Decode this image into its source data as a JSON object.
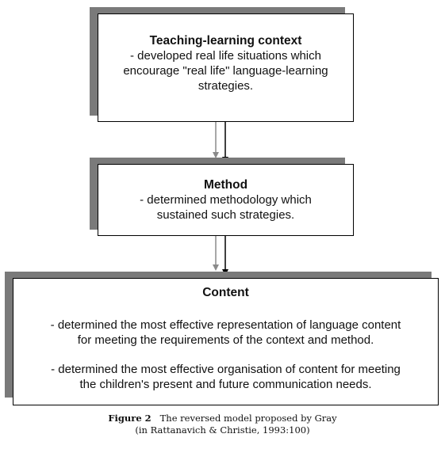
{
  "boxes": {
    "context": {
      "title": "Teaching-learning context",
      "lines": [
        "-  developed real life situations which",
        "encourage \"real life\" language-learning",
        "strategies."
      ]
    },
    "method": {
      "title": "Method",
      "lines": [
        "- determined methodology which",
        "sustained such strategies."
      ]
    },
    "content": {
      "title": "Content",
      "paragraph1": [
        "- determined the most effective representation of language content",
        "for  meeting the requirements of the context and method."
      ],
      "paragraph2": [
        "- determined the most effective organisation of content for meeting",
        "the children's present and future communication needs."
      ]
    }
  },
  "caption": {
    "figure_label": "Figure 2",
    "title": "The reversed model proposed by Gray",
    "source": "(in Rattanavich & Christie, 1993:100)"
  },
  "colors": {
    "shadow": "#7a7a7a",
    "arrow_dark": "#000000",
    "arrow_grey": "#8a8a8a"
  }
}
